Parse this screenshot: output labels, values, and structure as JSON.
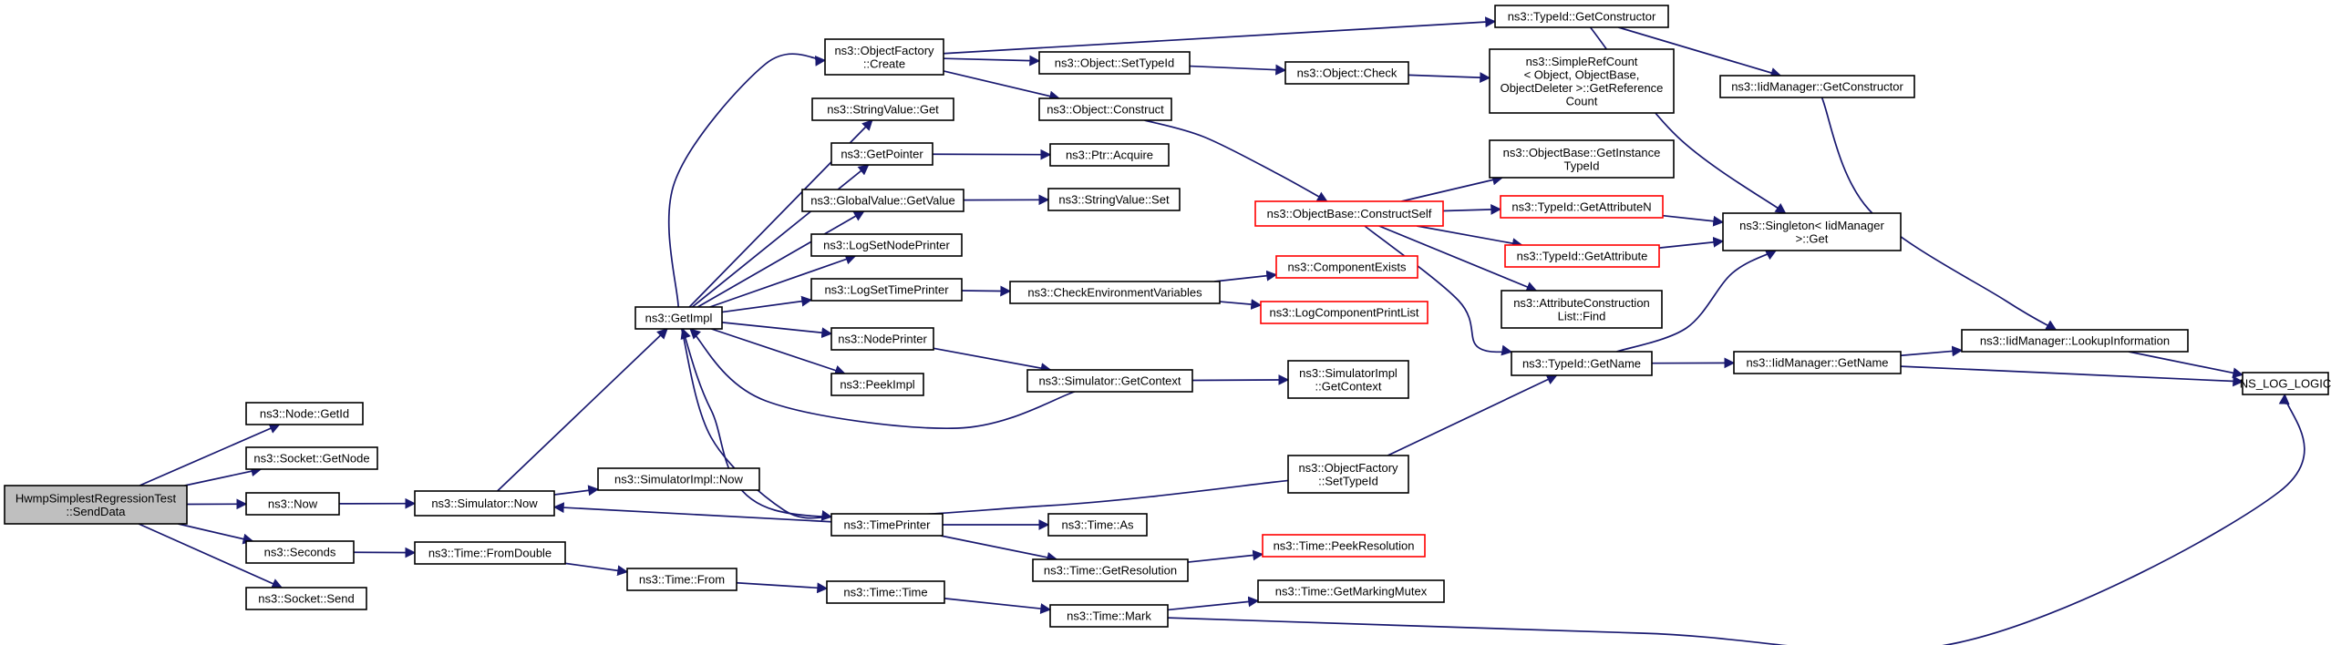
{
  "colors": {
    "edge": "#191970",
    "node_border": "#000000",
    "truncated_border": "#ff0000",
    "root_fill": "#bfbfbf"
  },
  "nodes": {
    "root": [
      "HwmpSimplestRegressionTest",
      "::SendData"
    ],
    "getid": [
      "ns3::Node::GetId"
    ],
    "sgetnode": [
      "ns3::Socket::GetNode"
    ],
    "now": [
      "ns3::Now"
    ],
    "seconds": [
      "ns3::Seconds"
    ],
    "ssend": [
      "ns3::Socket::Send"
    ],
    "simnow": [
      "ns3::Simulator::Now"
    ],
    "simimplnow": [
      "ns3::SimulatorImpl::Now"
    ],
    "fromdouble": [
      "ns3::Time::FromDouble"
    ],
    "timefrom": [
      "ns3::Time::From"
    ],
    "timetime": [
      "ns3::Time::Time"
    ],
    "timemark": [
      "ns3::Time::Mark"
    ],
    "getmarkingmutex": [
      "ns3::Time::GetMarkingMutex"
    ],
    "getimpl": [
      "ns3::GetImpl"
    ],
    "ofcreate": [
      "ns3::ObjectFactory",
      "::Create"
    ],
    "svget": [
      "ns3::StringValue::Get"
    ],
    "getpointer": [
      "ns3::GetPointer"
    ],
    "gvgetvalue": [
      "ns3::GlobalValue::GetValue"
    ],
    "lognodeprinter": [
      "ns3::LogSetNodePrinter"
    ],
    "logtimeprinter": [
      "ns3::LogSetTimePrinter"
    ],
    "nodeprinter": [
      "ns3::NodePrinter"
    ],
    "peekimpl": [
      "ns3::PeekImpl"
    ],
    "timeprinter": [
      "ns3::TimePrinter"
    ],
    "objsettypeid": [
      "ns3::Object::SetTypeId"
    ],
    "objconstruct": [
      "ns3::Object::Construct"
    ],
    "ptracquire": [
      "ns3::Ptr::Acquire"
    ],
    "svset": [
      "ns3::StringValue::Set"
    ],
    "checkenv": [
      "ns3::CheckEnvironmentVariables"
    ],
    "simgetcontext": [
      "ns3::Simulator::GetContext"
    ],
    "timeas": [
      "ns3::Time::As"
    ],
    "getresolution": [
      "ns3::Time::GetResolution"
    ],
    "tidgetconstructor": [
      "ns3::TypeId::GetConstructor"
    ],
    "objcheck": [
      "ns3::Object::Check"
    ],
    "simplerefcount": [
      "ns3::SimpleRefCount",
      "< Object, ObjectBase,",
      "ObjectDeleter >::GetReference",
      "Count"
    ],
    "constructself": [
      "ns3::ObjectBase::ConstructSelf"
    ],
    "componentexists": [
      "ns3::ComponentExists"
    ],
    "logcomponentprintlist": [
      "ns3::LogComponentPrintList"
    ],
    "simimplgetcontext": [
      "ns3::SimulatorImpl",
      "::GetContext"
    ],
    "ofsettypeid": [
      "ns3::ObjectFactory",
      "::SetTypeId"
    ],
    "peekresolution": [
      "ns3::Time::PeekResolution"
    ],
    "getinstancetypeid": [
      "ns3::ObjectBase::GetInstance",
      "TypeId"
    ],
    "getattributen": [
      "ns3::TypeId::GetAttributeN"
    ],
    "getattribute": [
      "ns3::TypeId::GetAttribute"
    ],
    "acfind": [
      "ns3::AttributeConstruction",
      "List::Find"
    ],
    "tidgetname": [
      "ns3::TypeId::GetName"
    ],
    "iidgetconstructor": [
      "ns3::IidManager::GetConstructor"
    ],
    "singletonget": [
      "ns3::Singleton< IidManager",
      ">::Get"
    ],
    "iidgetname": [
      "ns3::IidManager::GetName"
    ],
    "lookupinfo": [
      "ns3::IidManager::LookupInformation"
    ],
    "nslog": [
      "NS_LOG_LOGIC"
    ]
  }
}
